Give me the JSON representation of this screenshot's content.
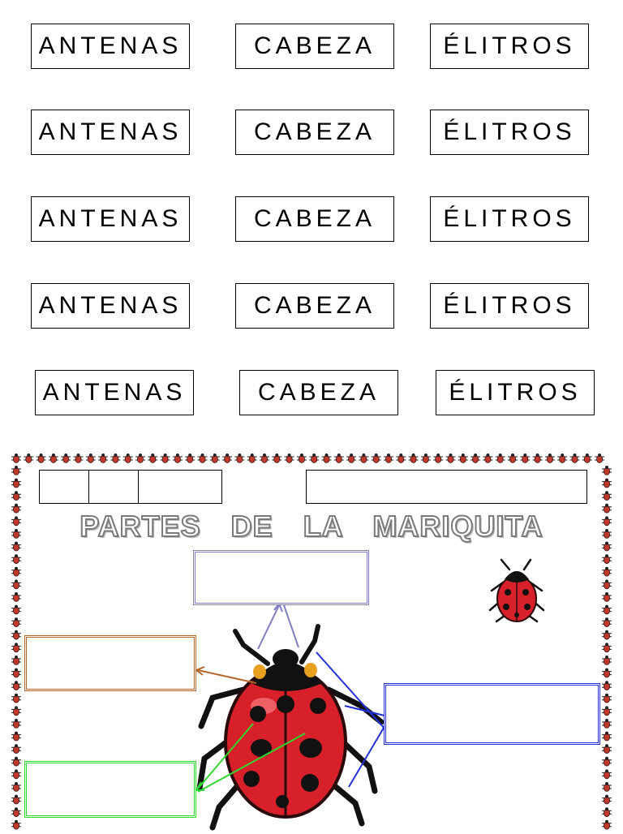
{
  "label_rows": [
    [
      "ANTENAS",
      "CABEZA",
      "ÉLITROS"
    ],
    [
      "ANTENAS",
      "CABEZA",
      "ÉLITROS"
    ],
    [
      "ANTENAS",
      "CABEZA",
      "ÉLITROS"
    ],
    [
      "ANTENAS",
      "CABEZA",
      "ÉLITROS"
    ],
    [
      "ANTENAS",
      "CABEZA",
      "ÉLITROS"
    ]
  ],
  "worksheet": {
    "title": "PARTES    DE    LA    MARIQUITA"
  },
  "colors": {
    "border_ladybug": "#c0392b",
    "connector_top": "#7f7fc0",
    "connector_brown": "#b5652a",
    "connector_blue": "#2230d8",
    "connector_green": "#2fd82f",
    "ladybug_shell": "#d8202a",
    "ladybug_spots": "#111111"
  },
  "icons": {
    "main_illustration": "ladybug-illustration",
    "small_illustration": "small-ladybug-icon",
    "border_decoration": "ladybug-border-icon"
  }
}
